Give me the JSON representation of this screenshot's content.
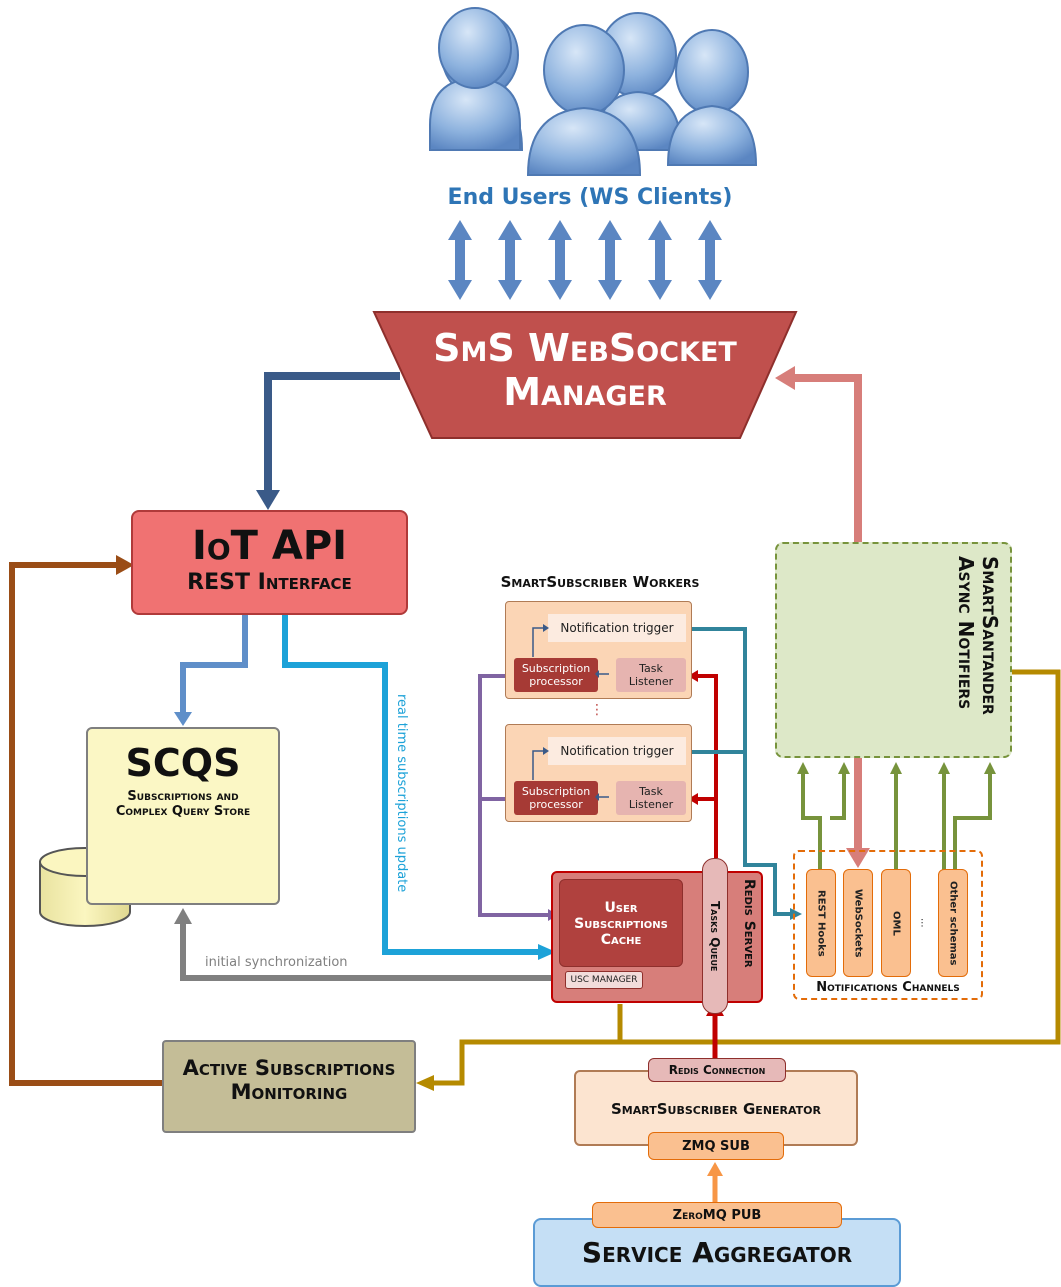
{
  "end_users": {
    "label": "End Users (WS Clients)"
  },
  "ws_manager": {
    "line1": "SmS WebSocket",
    "line2": "Manager"
  },
  "iot_api": {
    "title": "IoT API",
    "subtitle": "REST Interface"
  },
  "scqs": {
    "title": "SCQS",
    "line1": "Subscriptions and",
    "line2": "Complex Query Store"
  },
  "workers": {
    "title": "SmartSubscriber Workers",
    "notification_trigger": "Notification trigger",
    "subscription_processor": "Subscription processor",
    "task_listener": "Task Listener",
    "ellipsis": "⋮"
  },
  "notifiers": {
    "line1": "SmartSantander",
    "line2": "Async Notifiers"
  },
  "channels": {
    "title": "Notifications Channels",
    "items": [
      "REST Hooks",
      "WebSockets",
      "OML",
      "...",
      "Other schemas"
    ]
  },
  "redis": {
    "title": "Redis Server",
    "cache_line1": "User",
    "cache_line2": "Subscriptions",
    "cache_line3": "Cache",
    "tasks_queue": "Tasks Queue",
    "usc_manager": "USC MANAGER"
  },
  "labels": {
    "realtime": "real time subscriptions update",
    "initial_sync": "initial  synchronization"
  },
  "monitoring": {
    "line1": "Active Subscriptions",
    "line2": "Monitoring"
  },
  "generator": {
    "title": "SmartSubscriber Generator",
    "redis_connection": "Redis Connection",
    "zmq_sub": "ZMQ SUB"
  },
  "aggregator": {
    "title": "Service Aggregator",
    "zeromq_pub": "ZeroMQ PUB"
  },
  "colors": {
    "ws_manager": "#c0504d",
    "iot_api": "#f07272",
    "scqs": "#fbf7c5",
    "notifiers": "#dde8c8",
    "worker_bg": "#fbd5b5",
    "processor": "#a63a35",
    "redis": "#d77e7a",
    "cache": "#b0413e",
    "monitoring": "#c4bd97",
    "generator": "#fce4d0",
    "aggregator": "#c5dff5",
    "user_icon": "#7ea6d8"
  }
}
